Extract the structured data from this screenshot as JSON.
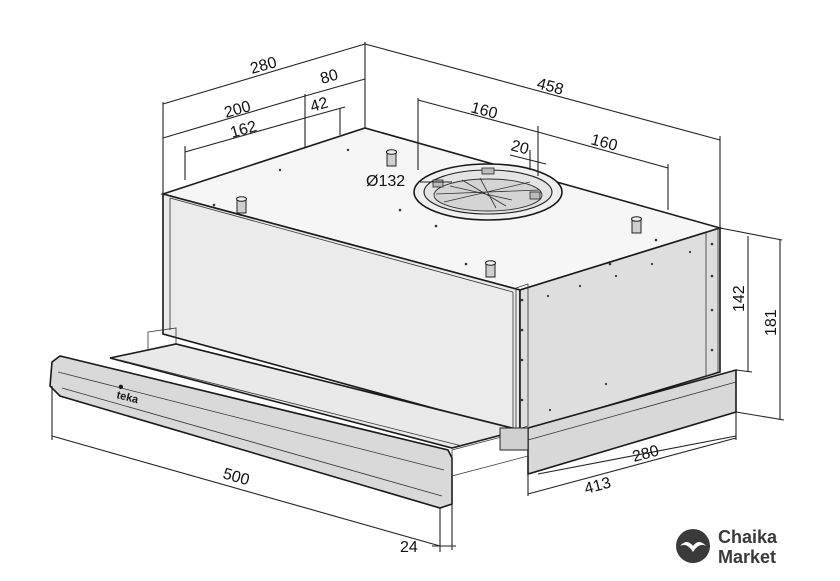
{
  "dimensions": {
    "depth_total": "280",
    "depth_front": "200",
    "depth_inner": "162",
    "offset_rear": "80",
    "offset_rear_inner": "42",
    "width_total": "458",
    "fan_left": "160",
    "fan_right": "160",
    "fan_offset": "20",
    "duct_diameter": "Ø132",
    "height_body": "142",
    "height_total": "181",
    "width_bottom_back": "280",
    "width_bottom": "413",
    "visor_width": "500",
    "visor_depth": "24"
  },
  "branding": {
    "line1": "Chaika",
    "line2": "Market",
    "visor_logo": "teka"
  }
}
